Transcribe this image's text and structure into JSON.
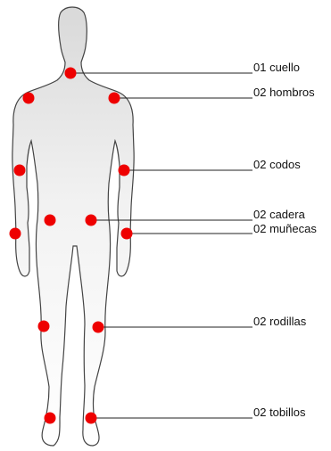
{
  "colors": {
    "marker": "#ee0000",
    "leader_line": "#222222",
    "body_fill_top": "#d9d9d9",
    "body_fill_bottom": "#ffffff",
    "body_outline": "#444444"
  },
  "labels": [
    {
      "id": "cuello",
      "text": "01 cuello"
    },
    {
      "id": "hombros",
      "text": "02 hombros"
    },
    {
      "id": "codos",
      "text": "02 codos"
    },
    {
      "id": "cadera",
      "text": "02 cadera"
    },
    {
      "id": "munecas",
      "text": "02 muñecas"
    },
    {
      "id": "rodillas",
      "text": "02 rodillas"
    },
    {
      "id": "tobillos",
      "text": "02 tobillos"
    }
  ]
}
